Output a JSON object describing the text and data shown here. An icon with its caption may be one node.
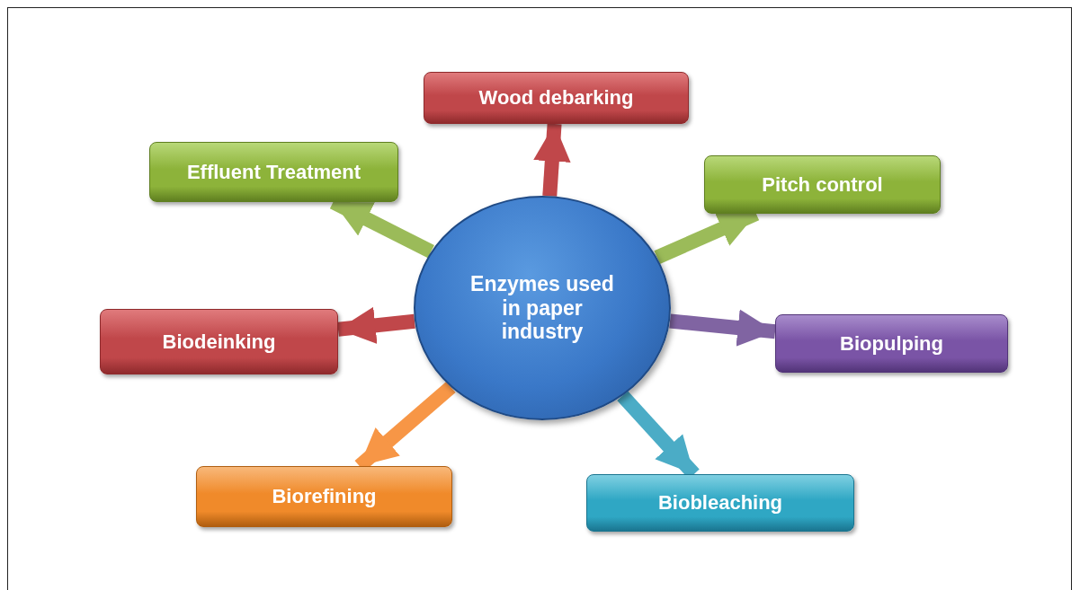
{
  "diagram": {
    "nodes": [
      {
        "text": [
          "Enzymes used in paper industry"
        ]
      },
      {
        "text": [
          "Wood debarking"
        ]
      },
      {
        "text": [
          "Effluent Treatment"
        ]
      },
      {
        "text": [
          "Pitch control"
        ]
      },
      {
        "text": [
          "Biodeinking"
        ]
      },
      {
        "text": [
          "Biopulping"
        ]
      },
      {
        "text": [
          "Biorefining"
        ]
      },
      {
        "text": [
          "Biobleaching"
        ]
      }
    ],
    "edges": [
      {
        "from": 0,
        "to": 1,
        "arrow": "to",
        "color": "#c0474a"
      },
      {
        "from": 0,
        "to": 2,
        "arrow": "to",
        "color": "#9bbb59"
      },
      {
        "from": 0,
        "to": 3,
        "arrow": "to",
        "color": "#9bbb59"
      },
      {
        "from": 0,
        "to": 4,
        "arrow": "to",
        "color": "#c0474a"
      },
      {
        "from": 0,
        "to": 5,
        "arrow": "to",
        "color": "#8064a2"
      },
      {
        "from": 0,
        "to": 6,
        "arrow": "to",
        "color": "#f79646"
      },
      {
        "from": 0,
        "to": 7,
        "arrow": "to",
        "color": "#4bacc6"
      }
    ]
  }
}
